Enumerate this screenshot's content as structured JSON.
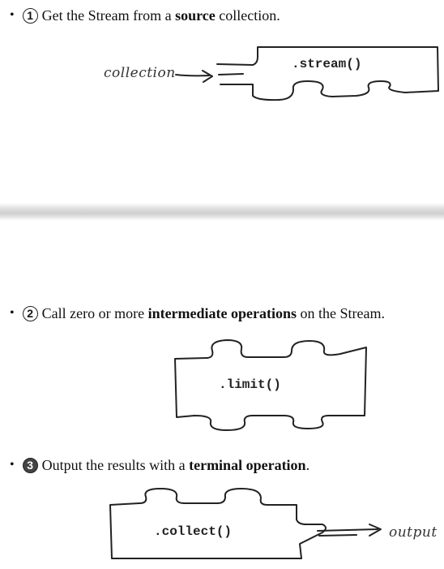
{
  "steps": [
    {
      "number": "1",
      "pre": "Get the Stream from a ",
      "bold": "source",
      "post": " collection."
    },
    {
      "number": "2",
      "pre": "Call zero or more ",
      "bold": "intermediate operations",
      "post": " on the Stream."
    },
    {
      "number": "3",
      "pre": "Output the results with a ",
      "bold": "terminal operation",
      "post": "."
    }
  ],
  "bullet": "•",
  "pieces": {
    "stream": ".stream()",
    "limit": ".limit()",
    "collect": ".collect()"
  },
  "labels": {
    "collection": "collection",
    "output": "output"
  }
}
